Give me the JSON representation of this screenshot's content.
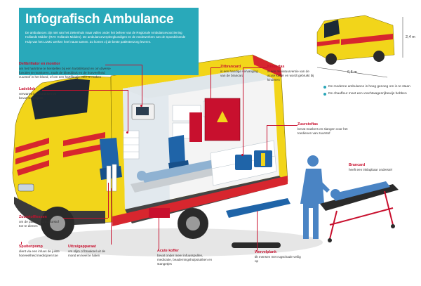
{
  "title": "Infografisch Ambulance",
  "intro": "De ambulances zijn niet van het ziekenhuis maar vallen onder het beheer van de Regionale Ambulancevoorziening Hollands Midden (RAV Hollands Midden). De ambulanceverpleegkundigen en de medewerkers van de Spoedeisende Hulp van het LUMC werken heel nauw samen. Zo komen zij de beste patiëntenzorg leveren.",
  "dimensions": {
    "height": "2,4 m",
    "length": "6,5 m"
  },
  "legend": [
    "De moderne ambulance is hoog genoeg om in te staan",
    "De chauffeur moet een vrachtwagenrijbewijs hebben"
  ],
  "labels": {
    "defibrillator": {
      "heading": "Defibrillator en monitor",
      "text": "om het hartritme te herstellen bij een hartstilstand en om diverse functies te monitoren, zoals de bloeddruk en de hoeveelheid zuurstof in het bloed, of om een hartfilmpje mee te maken"
    },
    "ladeblok": {
      "heading": "Ladeblok",
      "text": "verwarmt infuuszakken en bevat medicijnen"
    },
    "zitbrancard": {
      "heading": "Zitbrancard",
      "text": "is een handige vervanging van de brancard"
    },
    "kindertas": {
      "heading": "Kindertas",
      "text": "is een miniatuurversie van de acute koffer en wordt gebruikt bij kinderen"
    },
    "zuurstoftas": {
      "heading": "Zuurstoftas",
      "text": "bevat maskers en slangen voor het toedienen van zuurstof"
    },
    "brancard": {
      "heading": "Brancard",
      "text": "heeft een inklapbaar onderstel"
    },
    "zuurstofflessen": {
      "heading": "Zuurstofflessen",
      "text": "om de patiënt extra zuurstof toe te dienen"
    },
    "spuitenpomp": {
      "heading": "Spuitenpomp",
      "text": "dient via een infuus de juiste hoeveelheid medicijnen toe"
    },
    "uitzuigapparaat": {
      "heading": "Uitzuigapparaat",
      "text": "om slijm of braaksel uit de mond en keel te halen"
    },
    "acutekoffer": {
      "heading": "Acute koffer",
      "text": "bevat onder meer infuusspullen, medicatie, beademingshulpstukken en stangetjes"
    },
    "wervelplank": {
      "heading": "Wervelplank",
      "text": "tilt mensen met rugschade veilig op"
    }
  },
  "colors": {
    "accent": "#29a9ba",
    "label": "#c8102e",
    "body_yellow": "#f2d51a",
    "stripe_red": "#d7262e",
    "figure": "#4a84c4"
  }
}
